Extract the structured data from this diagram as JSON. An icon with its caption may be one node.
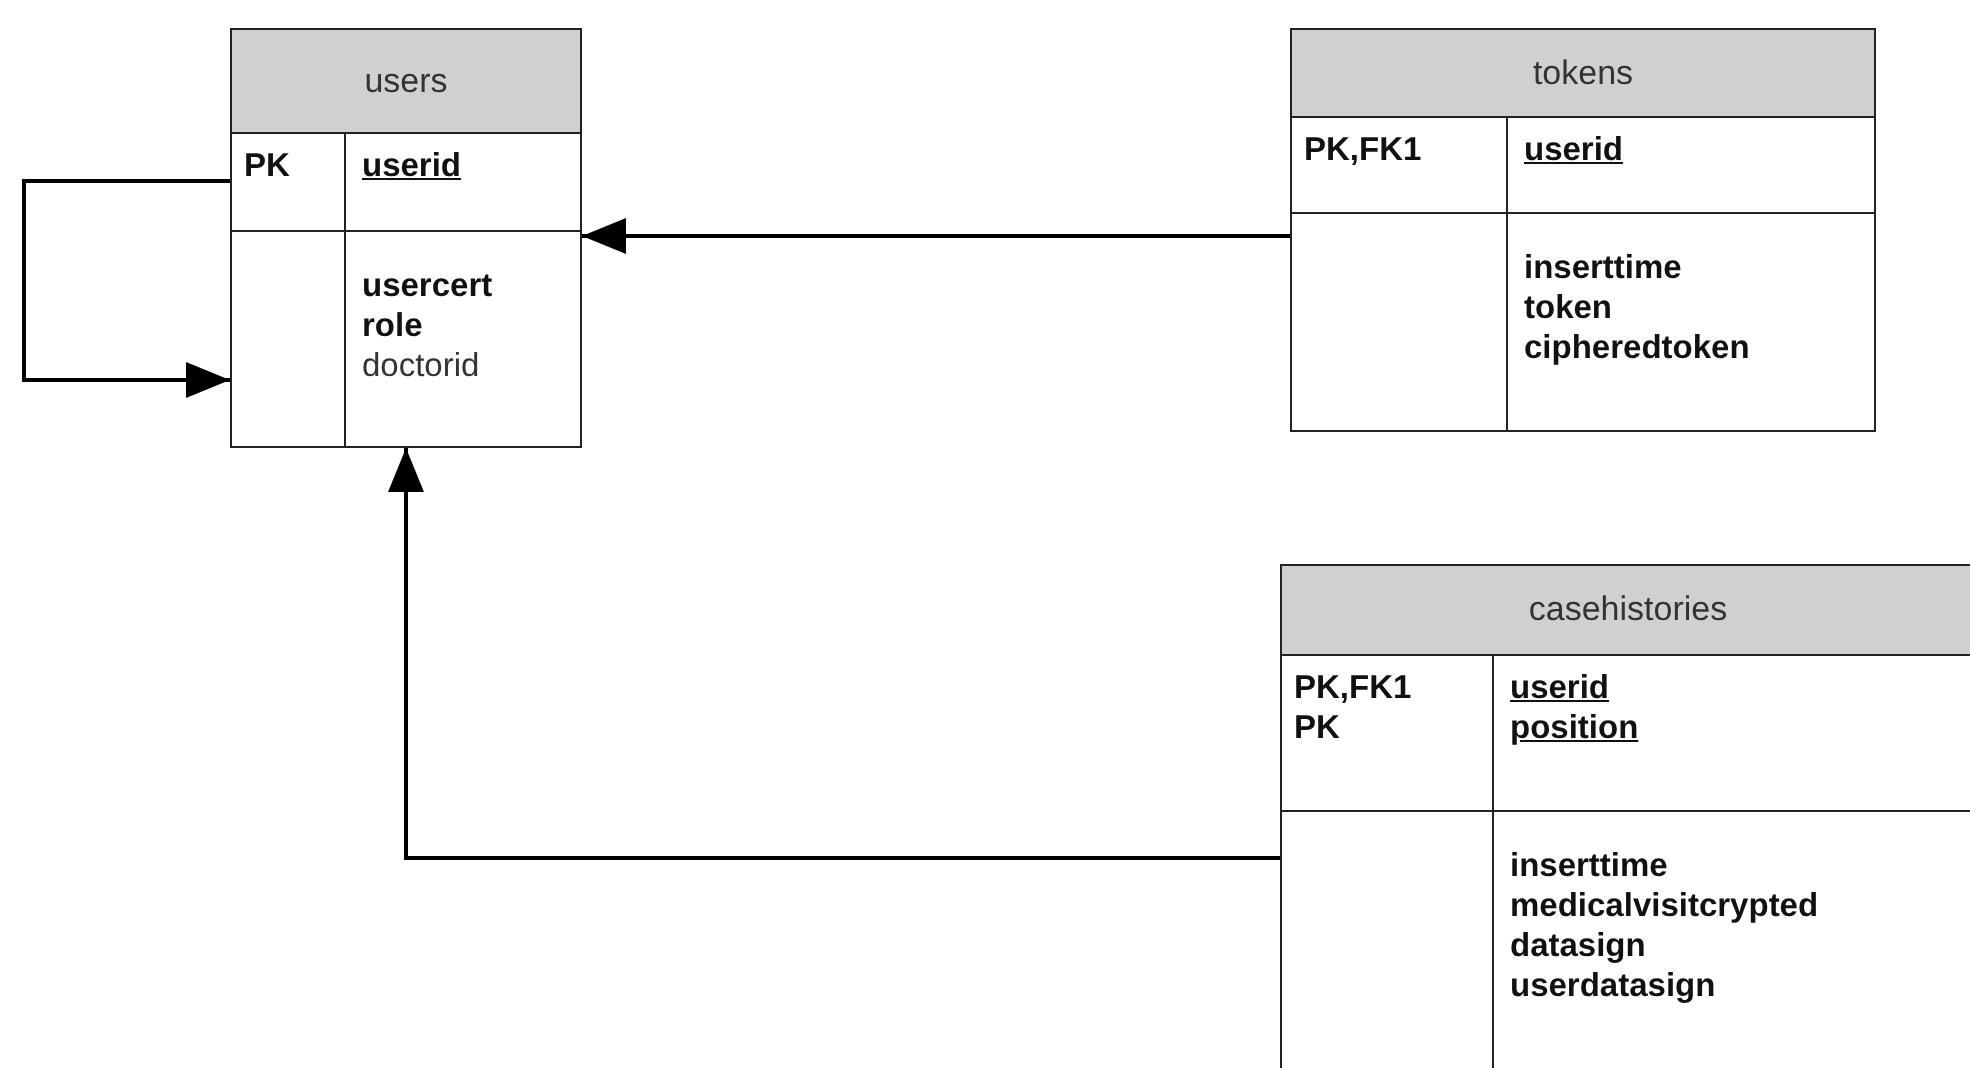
{
  "diagram": {
    "nodes": [
      {
        "text": [
          "users",
          "PK",
          "userid",
          "usercert",
          "role",
          "doctorid"
        ]
      },
      {
        "text": [
          "tokens",
          "PK,FK1",
          "userid",
          "inserttime",
          "token",
          "cipheredtoken"
        ]
      },
      {
        "text": [
          "casehistories",
          "PK,FK1",
          "userid",
          "PK",
          "position",
          "inserttime",
          "medicalvisitcrypted",
          "datasign",
          "userdatasign"
        ]
      }
    ],
    "edges": [
      {
        "from": 0,
        "to": 0,
        "arrow": "to"
      },
      {
        "from": 1,
        "to": 0,
        "arrow": "to"
      },
      {
        "from": 2,
        "to": 0,
        "arrow": "to"
      }
    ]
  }
}
